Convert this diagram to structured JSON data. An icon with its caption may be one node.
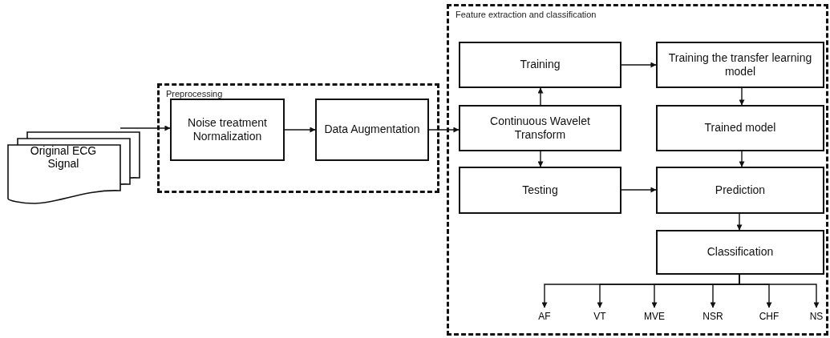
{
  "diagram": {
    "nodes": [
      {
        "text": [
          "Original ECG Signal"
        ]
      },
      {
        "text": [
          "Preprocessing"
        ]
      },
      {
        "text": [
          "Noise treatment Normalization"
        ],
        "in": 1
      },
      {
        "text": [
          "Data Augmentation"
        ],
        "in": 1
      },
      {
        "text": [
          "Feature extraction and classification"
        ]
      },
      {
        "text": [
          "Training"
        ],
        "in": 4
      },
      {
        "text": [
          "Training the transfer learning model"
        ],
        "in": 4
      },
      {
        "text": [
          "Continuous Wavelet Transform"
        ],
        "in": 4
      },
      {
        "text": [
          "Trained model"
        ],
        "in": 4
      },
      {
        "text": [
          "Testing"
        ],
        "in": 4
      },
      {
        "text": [
          "Prediction"
        ],
        "in": 4
      },
      {
        "text": [
          "Classification"
        ],
        "in": 4
      },
      {
        "text": [
          "AF"
        ],
        "in": 4
      },
      {
        "text": [
          "VT"
        ],
        "in": 4
      },
      {
        "text": [
          "MVE"
        ],
        "in": 4
      },
      {
        "text": [
          "NSR"
        ],
        "in": 4
      },
      {
        "text": [
          "CHF"
        ],
        "in": 4
      },
      {
        "text": [
          "NS"
        ],
        "in": 4
      }
    ],
    "edges": [
      {
        "from": 0,
        "to": 2,
        "arrow": "to"
      },
      {
        "from": 2,
        "to": 3,
        "arrow": "to"
      },
      {
        "from": 3,
        "to": 7,
        "arrow": "to"
      },
      {
        "from": 7,
        "to": 5,
        "arrow": "to"
      },
      {
        "from": 5,
        "to": 6,
        "arrow": "to"
      },
      {
        "from": 6,
        "to": 8,
        "arrow": "to"
      },
      {
        "from": 7,
        "to": 9,
        "arrow": "to"
      },
      {
        "from": 9,
        "to": 10,
        "arrow": "to"
      },
      {
        "from": 8,
        "to": 10,
        "arrow": "to"
      },
      {
        "from": 10,
        "to": 11,
        "arrow": "to"
      },
      {
        "from": 11,
        "to": 12,
        "arrow": "to"
      },
      {
        "from": 11,
        "to": 13,
        "arrow": "to"
      },
      {
        "from": 11,
        "to": 14,
        "arrow": "to"
      },
      {
        "from": 11,
        "to": 15,
        "arrow": "to"
      },
      {
        "from": 11,
        "to": 16,
        "arrow": "to"
      },
      {
        "from": 11,
        "to": 17,
        "arrow": "to"
      }
    ]
  }
}
